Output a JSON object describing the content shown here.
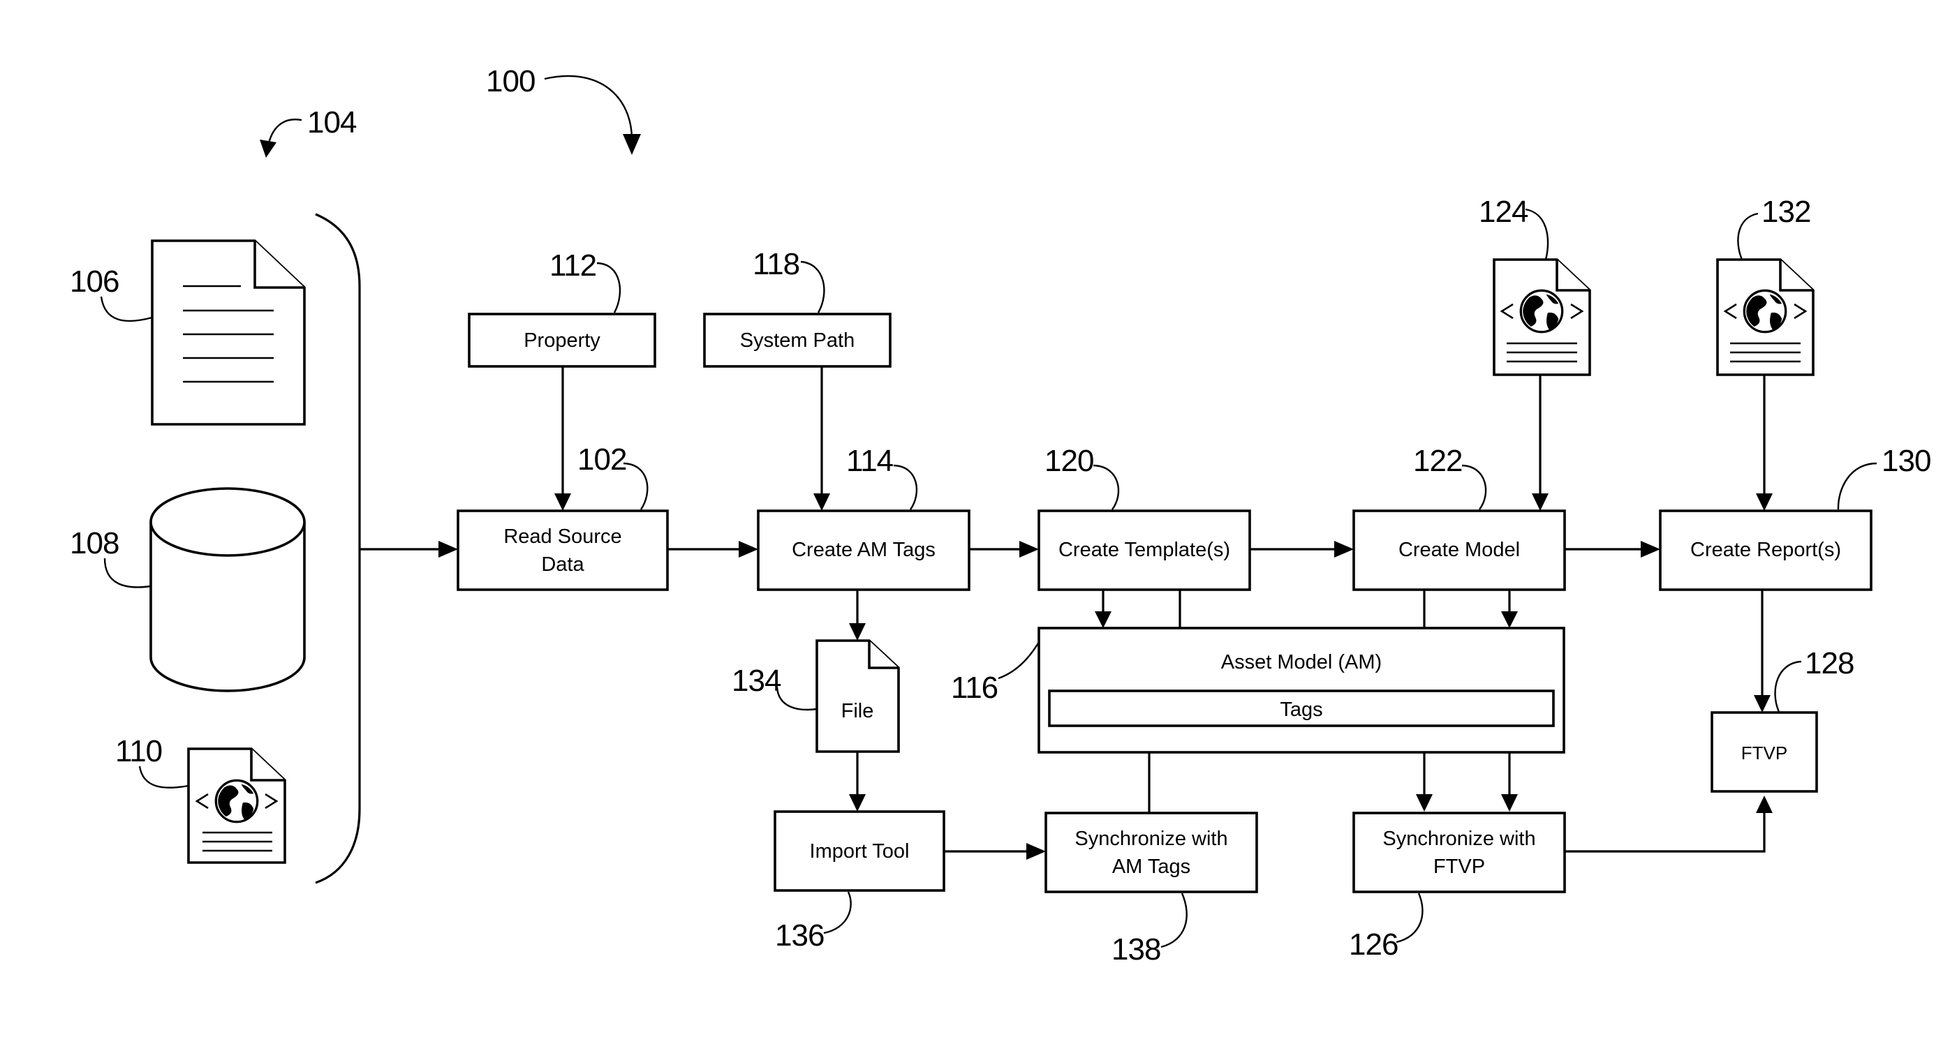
{
  "figure": {
    "ref_main": "100",
    "ref_sources": "104"
  },
  "sources": {
    "document": {
      "ref": "106",
      "icon": "document-icon"
    },
    "database": {
      "ref": "108",
      "icon": "database-icon"
    },
    "web_page": {
      "ref": "110",
      "icon": "web-document-icon"
    }
  },
  "boxes": {
    "property": {
      "label": "Property",
      "ref": "112"
    },
    "system_path": {
      "label": "System Path",
      "ref": "118"
    },
    "read_source_data": {
      "line1": "Read Source",
      "line2": "Data",
      "ref": "102"
    },
    "create_am_tags": {
      "label": "Create AM Tags",
      "ref": "114"
    },
    "create_templates": {
      "label": "Create Template(s)",
      "ref": "120"
    },
    "create_model": {
      "label": "Create Model",
      "ref": "122"
    },
    "create_reports": {
      "label": "Create Report(s)",
      "ref": "130"
    },
    "file": {
      "label": "File",
      "ref": "134"
    },
    "asset_model": {
      "label": "Asset Model (AM)",
      "ref": "116"
    },
    "tags": {
      "label": "Tags"
    },
    "import_tool": {
      "label": "Import Tool",
      "ref": "136"
    },
    "sync_am_tags": {
      "line1": "Synchronize with",
      "line2": "AM Tags",
      "ref": "138"
    },
    "sync_ftvp": {
      "line1": "Synchronize with",
      "line2": "FTVP",
      "ref": "126"
    },
    "ftvp": {
      "label": "FTVP",
      "ref": "128"
    },
    "model_web_doc": {
      "ref": "124",
      "icon": "web-document-icon"
    },
    "report_web_doc": {
      "ref": "132",
      "icon": "web-document-icon"
    }
  }
}
